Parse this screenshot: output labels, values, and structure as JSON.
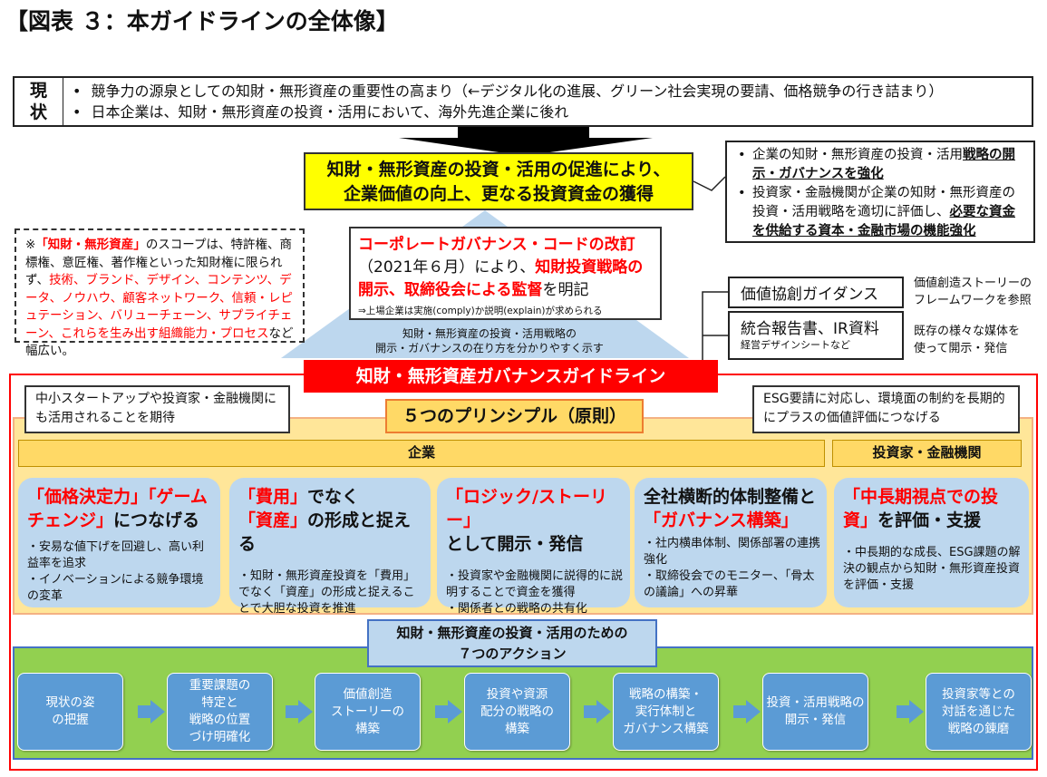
{
  "title": "【図表 ３：本ガイドラインの全体像】",
  "status": {
    "label_1": "現",
    "label_2": "状",
    "items": [
      "競争力の源泉としての知財・無形資産の重要性の高まり（←デジタル化の進展、グリーン社会実現の要請、価格競争の行き詰まり）",
      "日本企業は、知財・無形資産の投資・活用において、海外先進企業に後れ"
    ]
  },
  "goal": {
    "line1": "知財・無形資産の投資・活用の促進により、",
    "line2": "企業価値の向上、更なる投資資金の獲得"
  },
  "goal_detail": {
    "item1_a": "企業の知財・無形資産の投資・活用",
    "item1_b": "戦略の開示・ガバナンスを強化",
    "item2_a": "投資家・金融機関が企業の知財・無形資産の投資・活用戦略を適切に評価し、",
    "item2_b": "必要な資金を供給する資本・金融市場の機能強化"
  },
  "scope_note": {
    "p1": "※",
    "p2": "「知財・無形資産」",
    "p3": "のスコープは、特許権、商標権、意匠権、著作権といった知財権に限られず、",
    "p4": "技術、ブランド、デザイン、コンテンツ、データ、ノウハウ、顧客ネットワーク、信頼・レピュテーション、バリューチェーン、サプライチェーン、これらを生み出す組織能力・プロセス",
    "p5": "など幅広い。"
  },
  "cg_code": {
    "t1": "コーポレートガバナンス・コードの改訂",
    "t2": "（2021年６月）により、",
    "t3": "知財投資戦略の開示、取締役会による監督",
    "t4": "を明記",
    "note": "⇒上場企業は実施(comply)か説明(explain)が求められる"
  },
  "triangle_text": {
    "line1": "知財・無形資産の投資・活用戦略の",
    "line2": "開示・ガバナンスの在り方を分かりやすく示す"
  },
  "references": [
    {
      "title": "価値協創ガイダンス",
      "desc1": "価値創造ストーリーの",
      "desc2": "フレームワークを参照"
    },
    {
      "title": "統合報告書、IR資料",
      "sub": "経営デザインシートなど",
      "desc1": "既存の様々な媒体を",
      "desc2": "使って開示・発信"
    }
  ],
  "guideline_title": "知財・無形資産ガバナンスガイドライン",
  "left_note": "中小スタートアップや投資家・金融機関にも活用されることを期待",
  "right_note": "ESG要請に対応し、環境面の制約を長期的にプラスの価値評価につなげる",
  "principles_title": "５つのプリンシプル（原則）",
  "headers": {
    "company": "企業",
    "investor": "投資家・金融機関"
  },
  "principles": [
    {
      "h_red1": "「価格決定力」「ゲームチェンジ」",
      "h_black1": "につなげる",
      "d": [
        "・安易な値下げを回避し、高い利益率を追求",
        "・イノベーションによる競争環境の変革"
      ]
    },
    {
      "h_red1": "「費用」",
      "h_black1": "でなく",
      "h_red2": "「資産」",
      "h_black2": "の形成と捉える",
      "d": [
        "・知財・無形資産投資を「費用」でなく「資産」の形成と捉えることで大胆な投資を推進"
      ]
    },
    {
      "h_red1": "「ロジック/ストーリー」",
      "h_black1": "として開示・発信",
      "d": [
        "・投資家や金融機関に説得的に説明することで資金を獲得",
        "・関係者との戦略の共有化"
      ]
    },
    {
      "h_black0": "全社横断的体制整備と",
      "h_red1": "「ガバナンス構築」",
      "d": [
        "・社内横串体制、関係部署の連携強化",
        "・取締役会でのモニター、「骨太の議論」への昇華"
      ]
    },
    {
      "h_red1": "「中長期視点での投資」",
      "h_black1": "を評価・支援",
      "d": [
        "・中長期的な成長、ESG課題の解決の観点から知財・無形資産投資を評価・支援"
      ]
    }
  ],
  "actions_title": {
    "line1": "知財・無形資産の投資・活用のための",
    "line2": "７つのアクション"
  },
  "actions": [
    [
      "現状の姿",
      "の把握"
    ],
    [
      "重要課題の",
      "特定と",
      "戦略の位置",
      "づけ明確化"
    ],
    [
      "価値創造",
      "ストーリーの",
      "構築"
    ],
    [
      "投資や資源",
      "配分の戦略の",
      "構築"
    ],
    [
      "戦略の構築・",
      "実行体制と",
      "ガバナンス構築"
    ],
    [
      "投資・活用戦略の",
      "開示・発信"
    ],
    [
      "投資家等との",
      "対話を通じた",
      "戦略の錬磨"
    ]
  ]
}
